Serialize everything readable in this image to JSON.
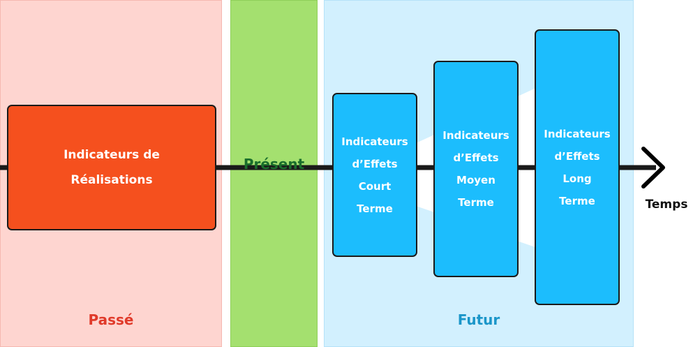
{
  "zones": {
    "past": {
      "label": "Passé",
      "color": "#fed5d0"
    },
    "present": {
      "label": "Présent",
      "color": "#a4e06f"
    },
    "future": {
      "label": "Futur",
      "color": "#d2f0fe"
    }
  },
  "boxes": {
    "realisations": {
      "text": "Indicateurs de\nRéalisations",
      "color": "#f5501e"
    },
    "court": {
      "text": "Indicateurs\nd’Effets\nCourt\nTerme",
      "color": "#1cbdfd"
    },
    "moyen": {
      "text": "Indicateurs\nd’Effets\nMoyen\nTerme",
      "color": "#1cbdfd"
    },
    "long": {
      "text": "Indicateurs\nd’Effets\nLong\nTerme",
      "color": "#1cbdfd"
    }
  },
  "axis": {
    "label": "Temps"
  }
}
